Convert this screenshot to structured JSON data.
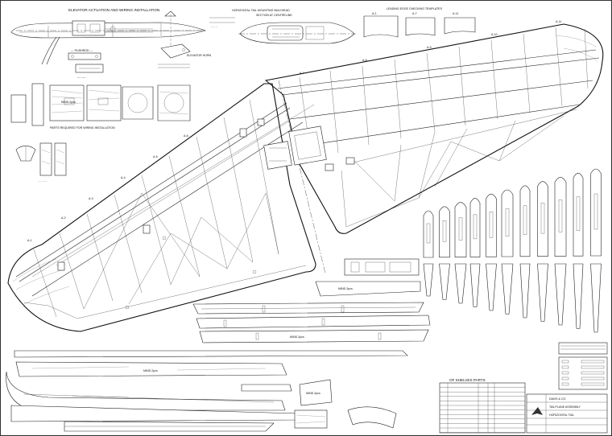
{
  "drawing": {
    "captions": {
      "elevator_actuation": "ELEVATOR ACTUATION AND WIRING INSTALLATION",
      "horizontal_mount": "HORIZONTAL TAIL MOUNTING BULKHEAD",
      "section_centreline": "SECTION AT CENTRELINE",
      "leading_edge_templates": "LEADING EDGE CHECKING TEMPLATES",
      "parts_wiring": "PARTS REQUIRED FOR WIRING INSTALLATION",
      "elevator_horn": "ELEVATOR HORN",
      "of_shelves_parts": "OF SHELVES PARTS",
      "mind_2pcs": "MIND 2pcs"
    },
    "template_labels": [
      "A-1",
      "A-7",
      "A-11"
    ],
    "rib_labels": [
      "A-1",
      "A-2",
      "A-3",
      "A-4",
      "A-5",
      "A-6",
      "A-7",
      "A-8",
      "A-9",
      "A-10",
      "A-11"
    ],
    "title_block": {
      "company": "DAVIS & CO.",
      "line2": "TAILPLANE ASSEMBLY",
      "line3": "HORIZONTAL TAIL"
    }
  }
}
